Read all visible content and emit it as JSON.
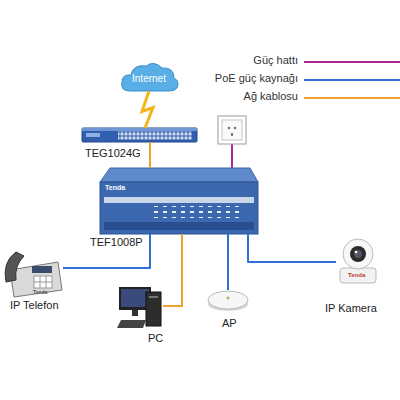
{
  "diagram": {
    "nodes": [
      {
        "text": [
          "Internet"
        ]
      },
      {
        "text": [
          "TEG1024G"
        ]
      },
      {
        "text": [
          "TEF1008P"
        ]
      },
      {
        "text": [
          "IP Telefon"
        ]
      },
      {
        "text": [
          "PC"
        ]
      },
      {
        "text": [
          "AP"
        ]
      },
      {
        "text": [
          "IP Kamera"
        ]
      }
    ],
    "edges": [
      {
        "from": 0,
        "to": 1,
        "arrow": "none"
      },
      {
        "from": 1,
        "to": 2,
        "arrow": "none"
      },
      {
        "from": 2,
        "to": 3,
        "arrow": "none"
      },
      {
        "from": 2,
        "to": 4,
        "arrow": "none"
      },
      {
        "from": 2,
        "to": 5,
        "arrow": "none"
      },
      {
        "from": 2,
        "to": 6,
        "arrow": "none"
      }
    ],
    "labels": [
      "Tenda",
      "Tenda",
      "Tenda"
    ],
    "legend": [
      {
        "text": "Güç hattı"
      },
      {
        "text": "PoE güç kaynağı"
      },
      {
        "text": "Ağ kablosu"
      }
    ]
  }
}
